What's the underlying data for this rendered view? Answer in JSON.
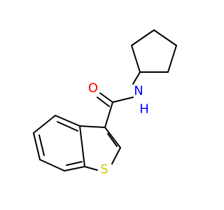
{
  "molecule": {
    "atoms": {
      "oxygen": {
        "label": "O",
        "color": "#ff0000"
      },
      "nitrogen": {
        "label": "N",
        "color": "#0000ff"
      },
      "hydrogen": {
        "label": "H",
        "color": "#0000ff"
      },
      "sulfur": {
        "label": "S",
        "color": "#cccc00"
      }
    }
  }
}
